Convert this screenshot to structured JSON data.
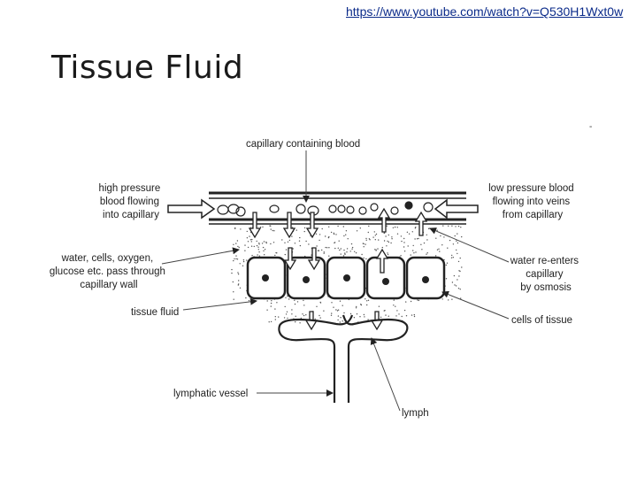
{
  "link_text": "https://www.youtube.com/watch?v=Q530H1Wxt0w",
  "title": "Tissue Fluid",
  "dash": "-",
  "labels": {
    "capillary": "capillary containing blood",
    "high_pressure": [
      "high pressure",
      "blood flowing",
      "into capillary"
    ],
    "low_pressure": [
      "low pressure blood",
      "flowing into veins",
      "from capillary"
    ],
    "water_cells": [
      "water, cells, oxygen,",
      "glucose etc. pass through",
      "capillary wall"
    ],
    "water_reenters": [
      "water re-enters",
      "capillary",
      "by osmosis"
    ],
    "tissue_fluid": "tissue fluid",
    "cells_of_tissue": "cells of tissue",
    "lymphatic_vessel": "lymphatic vessel",
    "lymph": "lymph"
  },
  "colors": {
    "link": "#0b2b8a",
    "ink": "#222222"
  }
}
